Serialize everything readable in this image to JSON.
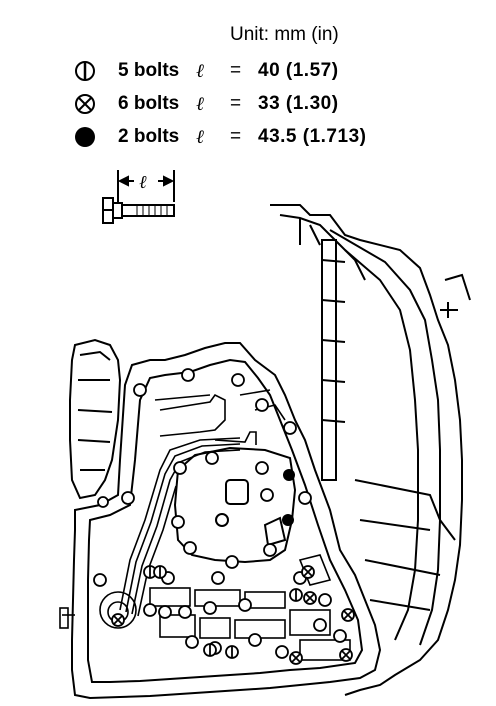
{
  "unit_label": "Unit: mm (in)",
  "legend": [
    {
      "symbol": "circle-bar-icon",
      "count": "5 bolts",
      "ell": "ℓ",
      "eq": "=",
      "value": "40 (1.57)"
    },
    {
      "symbol": "circle-x-icon",
      "count": "6 bolts",
      "ell": "ℓ",
      "eq": "=",
      "value": "33 (1.30)"
    },
    {
      "symbol": "filled-circle-icon",
      "count": "2 bolts",
      "ell": "ℓ",
      "eq": "=",
      "value": "43.5 (1.713)"
    }
  ],
  "bolt_dimension_label": "ℓ"
}
